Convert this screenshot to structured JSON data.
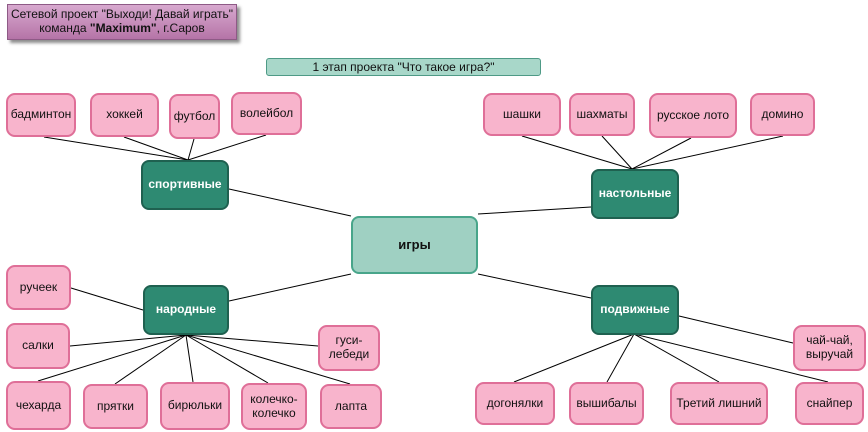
{
  "header": {
    "line1": "Сетевой проект \"Выходи! Давай играть\"",
    "line2_prefix": "команда ",
    "team": "\"Maximum\"",
    "line2_suffix": ", г.Саров"
  },
  "stage": "1 этап проекта \"Что такое игра?\"",
  "center": "игры",
  "categories": {
    "sport": "спортивные",
    "board": "настольные",
    "folk": "народные",
    "active": "подвижные"
  },
  "sport_games": [
    "бадминтон",
    "хоккей",
    "футбол",
    "волейбол"
  ],
  "board_games": [
    "шашки",
    "шахматы",
    "русское  лото",
    "домино"
  ],
  "folk_games": [
    "ручеек",
    "салки",
    "гуси-\nлебеди",
    "чехарда",
    "прятки",
    "бирюльки",
    "колечко-\nколечко",
    "лапта"
  ],
  "active_games": [
    "чай-чай,\nвыручай",
    "догонялки",
    "вышибалы",
    "Третий лишний",
    "снайпер"
  ],
  "colors": {
    "leaf_fill": "#f8b4cc",
    "leaf_border": "#df6f98",
    "category_fill": "#2e8a72",
    "center_fill": "#9fd0c2",
    "header_fill": "#c48bb7",
    "stage_fill": "#a8d7c9"
  }
}
